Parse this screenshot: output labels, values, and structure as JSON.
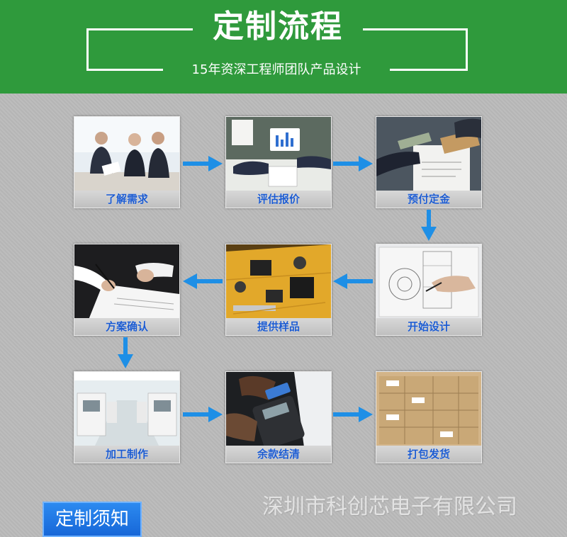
{
  "header": {
    "title": "定制流程",
    "subtitle": "15年资深工程师团队产品设计"
  },
  "steps": [
    {
      "label": "了解需求",
      "icon": "meeting-photo"
    },
    {
      "label": "评估报价",
      "icon": "analysis-photo"
    },
    {
      "label": "预付定金",
      "icon": "payment-photo"
    },
    {
      "label": "开始设计",
      "icon": "design-photo"
    },
    {
      "label": "提供样品",
      "icon": "circuit-board-photo"
    },
    {
      "label": "方案确认",
      "icon": "signing-photo"
    },
    {
      "label": "加工制作",
      "icon": "factory-photo"
    },
    {
      "label": "余款结清",
      "icon": "card-terminal-photo"
    },
    {
      "label": "打包发货",
      "icon": "boxes-photo"
    }
  ],
  "footer": {
    "notice_button": "定制须知",
    "watermark": "深圳市科创芯电子有限公司"
  },
  "colors": {
    "header_green": "#2f9a3c",
    "label_blue": "#1c5bd0",
    "arrow_blue": "#1e8fe6",
    "button_blue": "#1f78e4"
  }
}
